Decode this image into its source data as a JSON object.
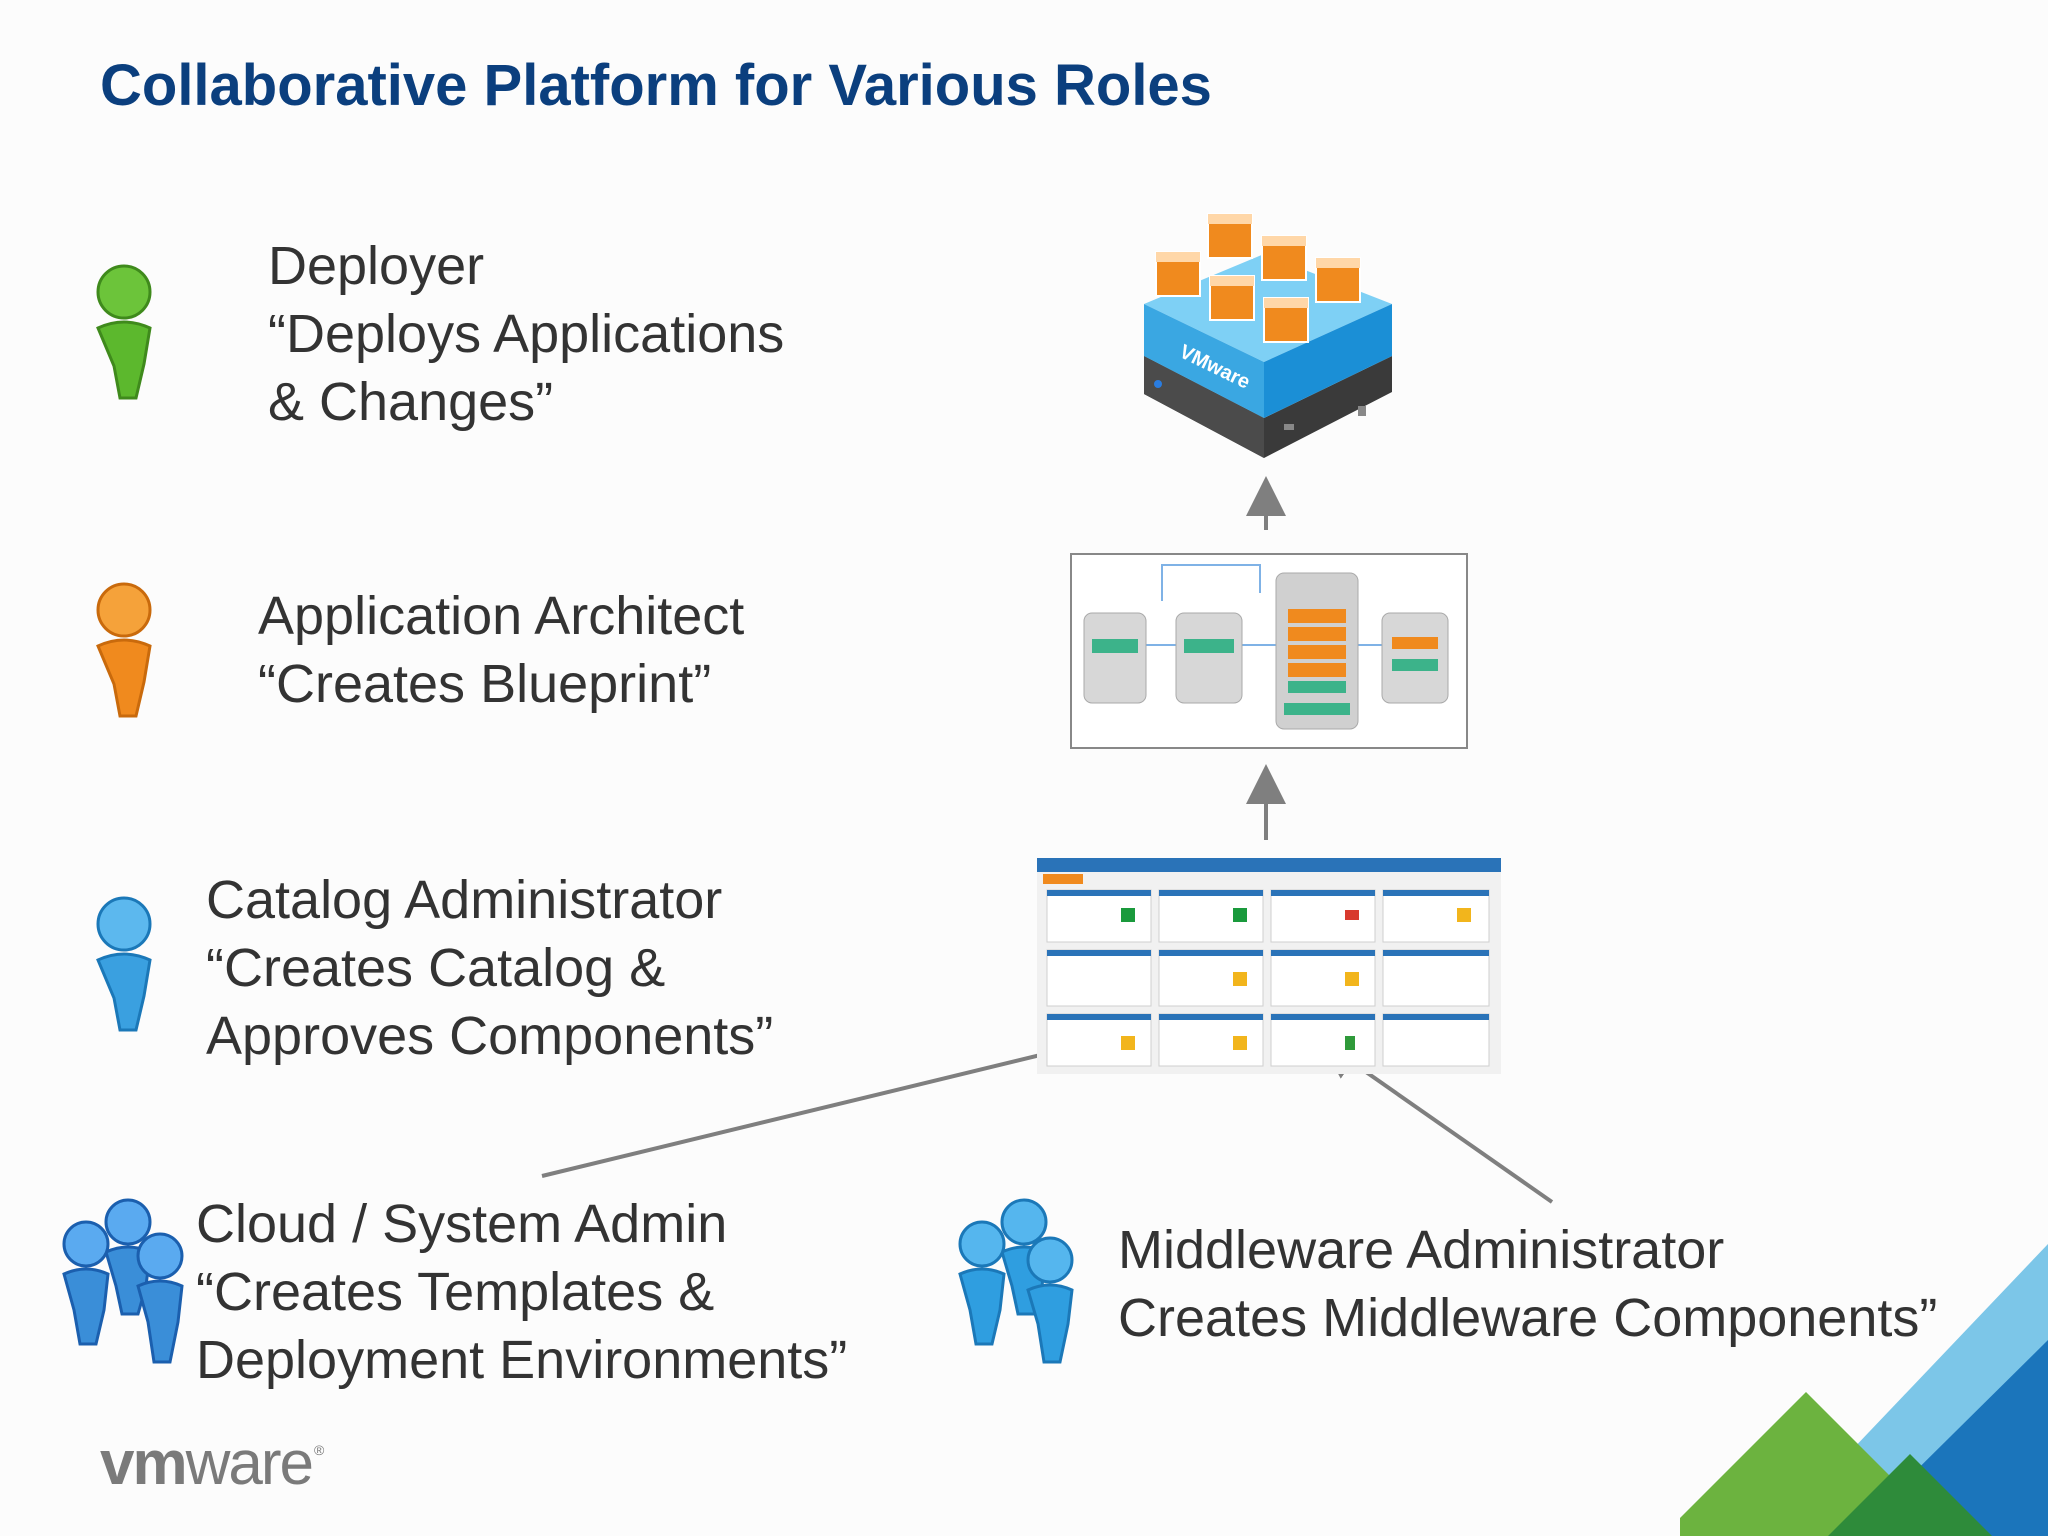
{
  "title": "Collaborative Platform for Various Roles",
  "roles": {
    "deployer": {
      "line1": "Deployer",
      "line2": "“Deploys Applications",
      "line3": "& Changes”",
      "icon": "green-person-icon",
      "color": "#5cb82d"
    },
    "architect": {
      "line1": "Application Architect",
      "line2": "“Creates Blueprint”",
      "icon": "orange-person-icon",
      "color": "#f08a1e"
    },
    "catalog_admin": {
      "line1": "Catalog Administrator",
      "line2": "“Creates Catalog &",
      "line3": "Approves Components”",
      "icon": "blue-person-icon",
      "color": "#3aa0e0"
    },
    "cloud_admin": {
      "line1": "Cloud / System Admin",
      "line2": " “Creates Templates &",
      "line3": "Deployment Environments”",
      "icon": "blue-group-icon",
      "color": "#3a8ed8"
    },
    "middleware_admin": {
      "line1": "Middleware Administrator",
      "line2": "Creates Middleware Components”",
      "icon": "blue-group-icon",
      "color": "#3a8ed8"
    }
  },
  "graphics": {
    "server_label": "VMware",
    "server_icon": "vmware-server-stack-icon",
    "blueprint_icon": "blueprint-diagram-icon",
    "catalog_icon": "catalog-screenshot-icon"
  },
  "logo": {
    "bold": "vm",
    "rest": "ware",
    "mark": "®"
  },
  "colors": {
    "title": "#0b3f7e",
    "text": "#333333",
    "arrow": "#7f7f7f",
    "green": "#6cb33f",
    "dark_green": "#2e8b3a",
    "light_blue": "#7cc6e8",
    "blue": "#1b75bb"
  }
}
